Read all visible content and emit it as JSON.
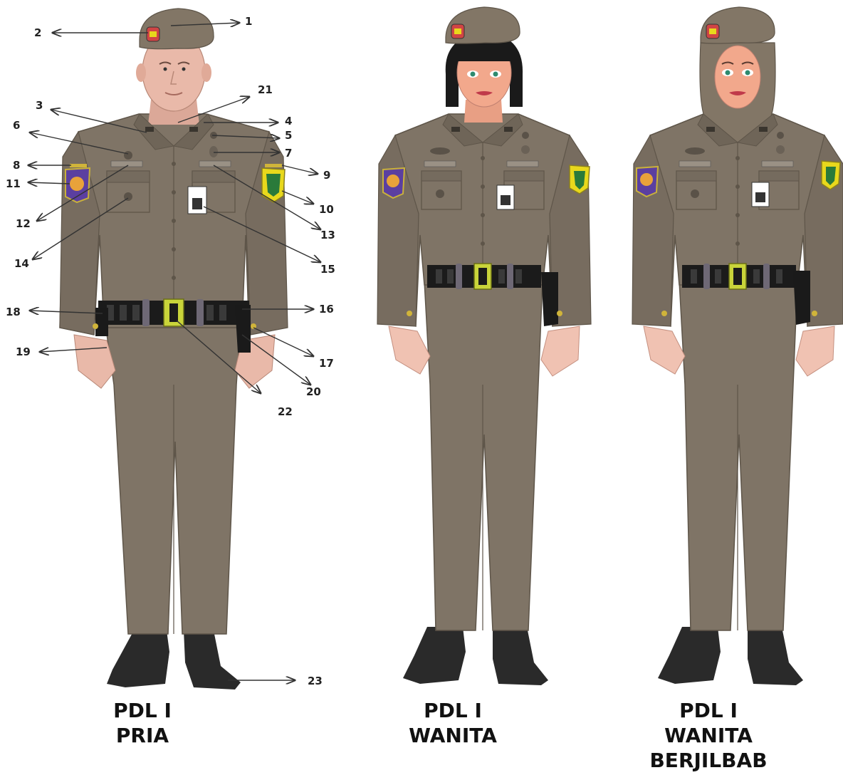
{
  "labels": {
    "n1": "1",
    "n2": "2",
    "n3": "3",
    "n4": "4",
    "n5": "5",
    "n6": "6",
    "n7": "7",
    "n8": "8",
    "n9": "9",
    "n10": "10",
    "n11": "11",
    "n12": "12",
    "n13": "13",
    "n14": "14",
    "n15": "15",
    "n16": "16",
    "n17": "17",
    "n18": "18",
    "n19": "19",
    "n20": "20",
    "n21": "21",
    "n22": "22",
    "n23": "23"
  },
  "captions": {
    "pria": {
      "line1": "PDL I",
      "line2": "PRIA"
    },
    "wanita": {
      "line1": "PDL I",
      "line2": "WANITA"
    },
    "berjilbab": {
      "line1": "PDL I",
      "line2": "WANITA",
      "line3": "BERJILBAB"
    }
  },
  "colors": {
    "uniform": "#7f7466",
    "uniform_dark": "#5e5549",
    "beret": "#827666",
    "skin": "#e9b9a9",
    "skin_woman": "#f2a88c",
    "belt": "#1b1b1b",
    "buckle": "#c9d43a",
    "shoe": "#2a2a2a",
    "badge_purple": "#5b3fa0",
    "badge_yellow": "#e8d81c",
    "badge_green": "#2a7a3a",
    "hair": "#1a1a1a"
  }
}
